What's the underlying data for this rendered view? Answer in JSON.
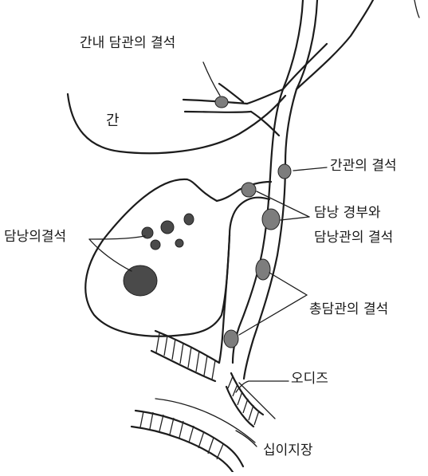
{
  "labels": {
    "intrahepatic_stone": "간내 담관의 결석",
    "liver": "간",
    "hepatic_duct_stone": "간관의 결석",
    "neck_line1": "담낭 경부와",
    "neck_line2": "담낭관의 결석",
    "gallbladder_stone": "담낭의결석",
    "common_duct_stone": "총담관의 결석",
    "sphincter": "오디즈",
    "duodenum": "십이지장"
  }
}
